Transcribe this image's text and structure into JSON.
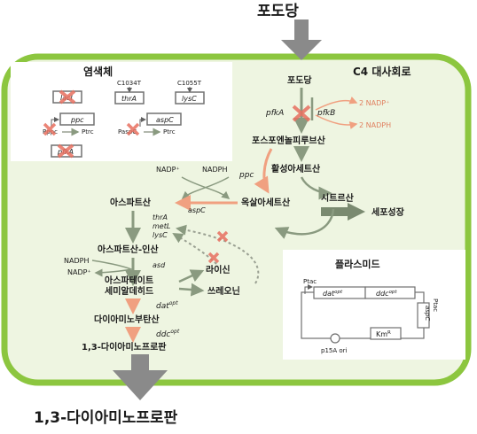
{
  "input": "포도당",
  "output": "1,3-다이아미노프로판",
  "chromosome": {
    "title": "염색체",
    "genes": {
      "lacI": "lacI",
      "thrA": "thrA",
      "lysC": "lysC",
      "ppc": "ppc",
      "aspC": "aspC",
      "pfkA": "pfkA"
    },
    "mutations": {
      "thrA": "C1034T",
      "lysC": "C1055T"
    },
    "promoters": {
      "pppc": "Pppc",
      "paspc": "PaspC",
      "ptrc1": "Ptrc",
      "ptrc2": "Ptrc"
    }
  },
  "c4_cycle": {
    "title": "C4 대사회로",
    "glucose": "포도당",
    "pep": "포스포엔놀피루브산",
    "acetylcoa": "활성아세트산",
    "oxaloacetate": "옥살아세트산",
    "citrate": "시트르산",
    "growth": "세포성장",
    "pfkA": "pfkA",
    "pfkB": "pfkB",
    "nadp_in": "2 NADP⁺",
    "nadph_out": "2 NADPH",
    "ppc": "ppc"
  },
  "pathway": {
    "aspartate": "아스파트산",
    "aspartyl_p": "아스파트산-인산",
    "semialdehyde_1": "아스파테이트",
    "semialdehyde_2": "세미알데히드",
    "dab": "다이아미노부탄산",
    "dap": "1,3-다이아미노프로판",
    "lysine": "라이신",
    "threonine": "쓰레오닌",
    "aspC": "aspC",
    "thrA": "thrA",
    "metL": "metL",
    "lysC": "lysC",
    "asd": "asd",
    "dat": "dat",
    "ddc": "ddc",
    "opt": "opt",
    "nadp_top": "NADP⁺",
    "nadph_top": "NADPH",
    "nadph_mid": "NADPH",
    "nadp_mid": "NADP⁺"
  },
  "plasmid": {
    "title": "플라스미드",
    "ptac1": "Ptac",
    "ptac2": "Ptac",
    "dat": "dat",
    "ddc": "ddc",
    "opt": "opt",
    "aspc": "aspC",
    "kmr": "Km",
    "kmr_sup": "R",
    "ori": "p15A ori"
  },
  "colors": {
    "cell_border": "#8cc63f",
    "cell_fill": "#eef5e1",
    "arrow_gray": "#8a9a80",
    "arrow_orange": "#f0a080",
    "cross_red": "#e87060"
  }
}
